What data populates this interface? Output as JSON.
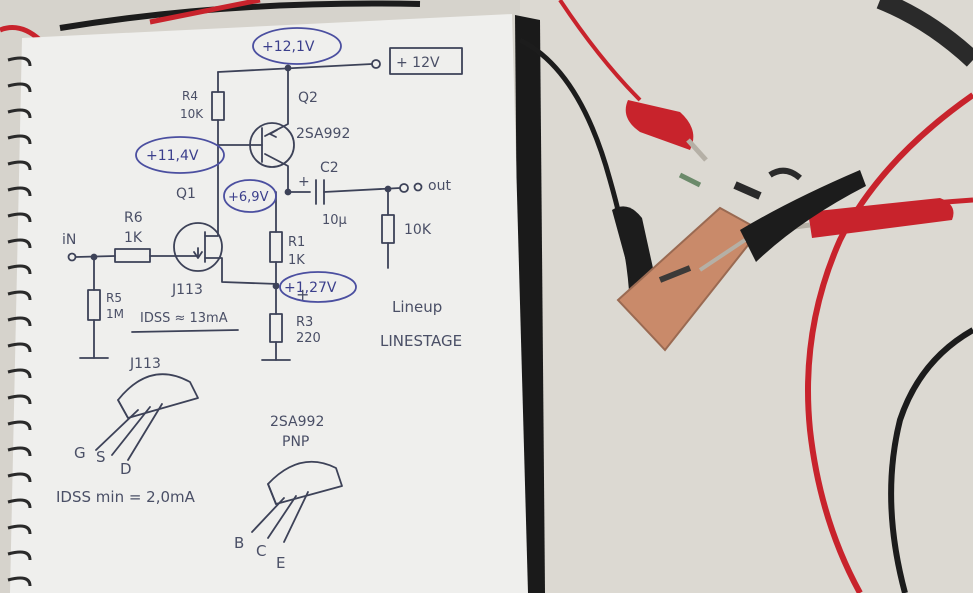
{
  "schematic": {
    "supply_node": "+12,1V",
    "supply_label": "+ 12V",
    "q2_emitter_node": "+11,4V",
    "q2_collector_node": "+6,9V",
    "source_node": "+1,27V",
    "output_label": "out",
    "input_label": "iN",
    "q1_label": "Q1",
    "q2_label": "Q2",
    "q2_part": "2SA992",
    "r4_label": "R4",
    "r4_value": "10K",
    "r6_label": "R6",
    "r6_value": "1K",
    "r5_label": "R5",
    "r5_value": "1M",
    "r1_label": "R1",
    "r1_value": "1K",
    "r3_label": "R3",
    "r3_value": "220",
    "c2_label": "C2",
    "c2_value": "10μ",
    "load_value": "10K",
    "jfet_part": "J113",
    "idss_note": "IDSS ≈ 13mA",
    "title_1": "Lineup",
    "title_2": "LINESTAGE"
  },
  "pinouts": {
    "jfet_title": "J113",
    "jfet_pins": [
      "G",
      "S",
      "D"
    ],
    "jfet_note": "IDSS min = 2,0mA",
    "pnp_title": "2SA992",
    "pnp_type": "PNP",
    "pnp_pins": [
      "B",
      "C",
      "E"
    ]
  },
  "colors": {
    "paper": "#efefed",
    "ink": "#3d4258",
    "circle_ink": "#4b4fa0",
    "desk": "#d9d6d0",
    "red_wire": "#c8232c",
    "black_wire": "#1c1c1c",
    "pcb": "#c98a6a"
  }
}
